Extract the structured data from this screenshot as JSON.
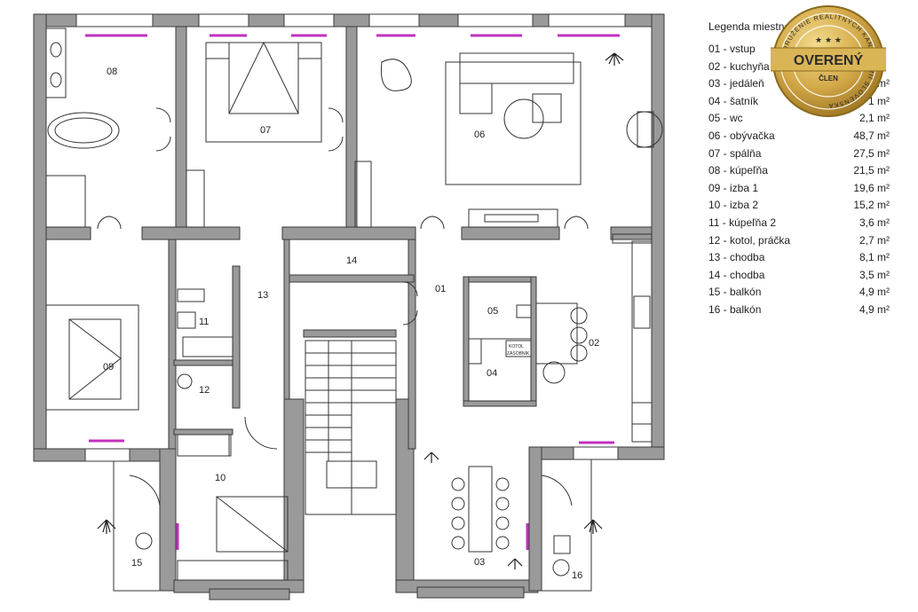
{
  "legend": {
    "title": "Legenda miestností",
    "rooms": [
      {
        "code": "01",
        "name": "vstup",
        "area": ""
      },
      {
        "code": "02",
        "name": "kuchyňa",
        "area": ""
      },
      {
        "code": "03",
        "name": "jedáleň",
        "area": "m²"
      },
      {
        "code": "04",
        "name": "šatník",
        "area": "1 m²"
      },
      {
        "code": "05",
        "name": "wc",
        "area": "2,1 m²"
      },
      {
        "code": "06",
        "name": "obývačka",
        "area": "48,7 m²"
      },
      {
        "code": "07",
        "name": "spálňa",
        "area": "27,5 m²"
      },
      {
        "code": "08",
        "name": "kúpeľňa",
        "area": "21,5 m²"
      },
      {
        "code": "09",
        "name": "izba 1",
        "area": "19,6 m²"
      },
      {
        "code": "10",
        "name": "izba 2",
        "area": "15,2 m²"
      },
      {
        "code": "11",
        "name": "kúpeľňa 2",
        "area": "3,6 m²"
      },
      {
        "code": "12",
        "name": "kotol, práčka",
        "area": "2,7 m²"
      },
      {
        "code": "13",
        "name": "chodba",
        "area": "8,1 m²"
      },
      {
        "code": "14",
        "name": "chodba",
        "area": "3,5 m²"
      },
      {
        "code": "15",
        "name": "balkón",
        "area": "4,9 m²"
      },
      {
        "code": "16",
        "name": "balkón",
        "area": "4,9 m²"
      }
    ]
  },
  "badge": {
    "ring_text": "ZDRUŽENIE REALITNÝCH KANCELÁRIÍ SLOVENSKA",
    "stars": "★ ★ ★",
    "main": "OVERENÝ",
    "sub": "ČLEN",
    "colors": {
      "gold": "#c9a13f",
      "gold_dark": "#8a6a1c",
      "ink": "#2b2b2b"
    }
  },
  "plan": {
    "room_labels": [
      "08",
      "07",
      "06",
      "09",
      "11",
      "12",
      "13",
      "14",
      "01",
      "05",
      "02",
      "04",
      "10",
      "03",
      "15",
      "16"
    ],
    "kitchen_tag": "KOTOL\nZÁSOBNÍK",
    "colors": {
      "wall": "#9a9a9a",
      "wall_stroke": "#3a3a3a",
      "window": "#c030c0",
      "line": "#333333"
    }
  }
}
